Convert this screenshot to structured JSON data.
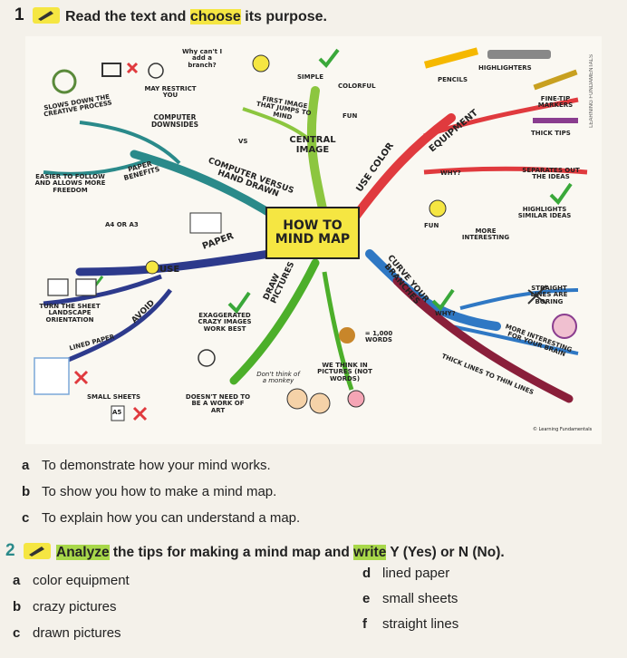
{
  "exercise1": {
    "number": "1",
    "instruction_pre": "Read the text and ",
    "instruction_highlight": "choose",
    "instruction_post": " its purpose."
  },
  "mindmap": {
    "center": "HOW TO MIND MAP",
    "branches": {
      "central_image": "CENTRAL IMAGE",
      "use_color": "USE COLOR",
      "equipment": "EQUIPMENT",
      "curve": "CURVE YOUR BRANCHES",
      "draw": "DRAW PICTURES",
      "paper": "PAPER",
      "use": "USE",
      "avoid": "AVOID",
      "computer": "COMPUTER VERSUS HAND DRAWN"
    },
    "labels": {
      "why_cant": "Why can't I add a branch?",
      "may_restrict": "MAY RESTRICT YOU",
      "slows": "SLOWS DOWN THE CREATIVE PROCESS",
      "computer_down": "COMPUTER DOWNSIDES",
      "simple": "SIMPLE",
      "colorful": "COLORFUL",
      "first_image": "FIRST IMAGE THAT JUMPS TO MIND",
      "fun": "FUN",
      "vs": "VS",
      "paper_benefits": "PAPER BENEFITS",
      "easier": "EASIER TO FOLLOW AND ALLOWS MORE FREEDOM",
      "a4": "A4 OR A3",
      "turn": "TURN THE SHEET LANDSCAPE ORIENTATION",
      "lined": "LINED PAPER",
      "small_sheets": "SMALL SHEETS",
      "a5": "A5",
      "exaggerated": "EXAGGERATED CRAZY IMAGES WORK BEST",
      "doesnt_need": "DOESN'T NEED TO BE A WORK OF ART",
      "dont_think": "Don't think of a monkey",
      "we_think": "WE THINK IN PICTURES (NOT WORDS)",
      "thousand": "= 1,000 WORDS",
      "pencils": "PENCILS",
      "highlighters": "HIGHLIGHTERS",
      "fine_tip": "FINE-TIP MARKERS",
      "thick_tips": "THICK TIPS",
      "why_q": "WHY?",
      "separates": "SEPARATES OUT THE IDEAS",
      "highlights": "HIGHLIGHTS SIMILAR IDEAS",
      "fun2": "FUN",
      "more_interesting": "MORE INTERESTING",
      "straight": "STRAIGHT LINES ARE BORING",
      "why2": "WHY?",
      "more_for_brain": "MORE INTERESTING FOR YOUR BRAIN",
      "thick_to_thin": "THICK LINES TO THIN LINES",
      "side_label": "LEARNING FUNDAMENTALS",
      "credit": "© Learning Fundamentals"
    }
  },
  "options1": [
    {
      "letter": "a",
      "text": "To demonstrate how your mind works."
    },
    {
      "letter": "b",
      "text": "To show you how to make a mind map."
    },
    {
      "letter": "c",
      "text": "To explain how you can understand a map."
    }
  ],
  "exercise2": {
    "number": "2",
    "pre": "",
    "hl1": "Analyze",
    "mid": " the tips for making a mind map and ",
    "hl2": "write",
    "post": " Y (Yes) or N (No)."
  },
  "options2": [
    {
      "letter": "a",
      "text": "color equipment"
    },
    {
      "letter": "b",
      "text": "crazy pictures"
    },
    {
      "letter": "c",
      "text": "drawn pictures"
    },
    {
      "letter": "d",
      "text": "lined paper"
    },
    {
      "letter": "e",
      "text": "small sheets"
    },
    {
      "letter": "f",
      "text": "straight lines"
    }
  ],
  "colors": {
    "yellow": "#f5e642",
    "green": "#8cc63f",
    "teal": "#2a8a8a",
    "red": "#e03a3e",
    "blue": "#2f78c4",
    "navy": "#2d3a8c",
    "purple": "#8a3d8f",
    "maroon": "#8a1f3a",
    "lime": "#4caf2a"
  }
}
